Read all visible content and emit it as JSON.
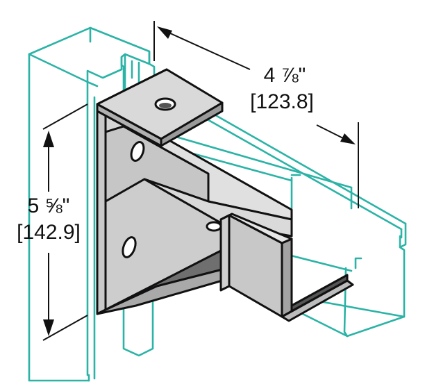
{
  "colors": {
    "channel_stroke": "#2bb3a6",
    "metal_face": "#c9c9c9",
    "metal_light": "#e2e2e2",
    "metal_dark": "#9a9a9a",
    "metal_shadow": "#6f6f6f",
    "ink": "#111111"
  },
  "dimensions": {
    "width": {
      "imperial": "4 ⅞\"",
      "metric": "[123.8]"
    },
    "height": {
      "imperial": "5 ⅝\"",
      "metric": "[142.9]"
    }
  }
}
